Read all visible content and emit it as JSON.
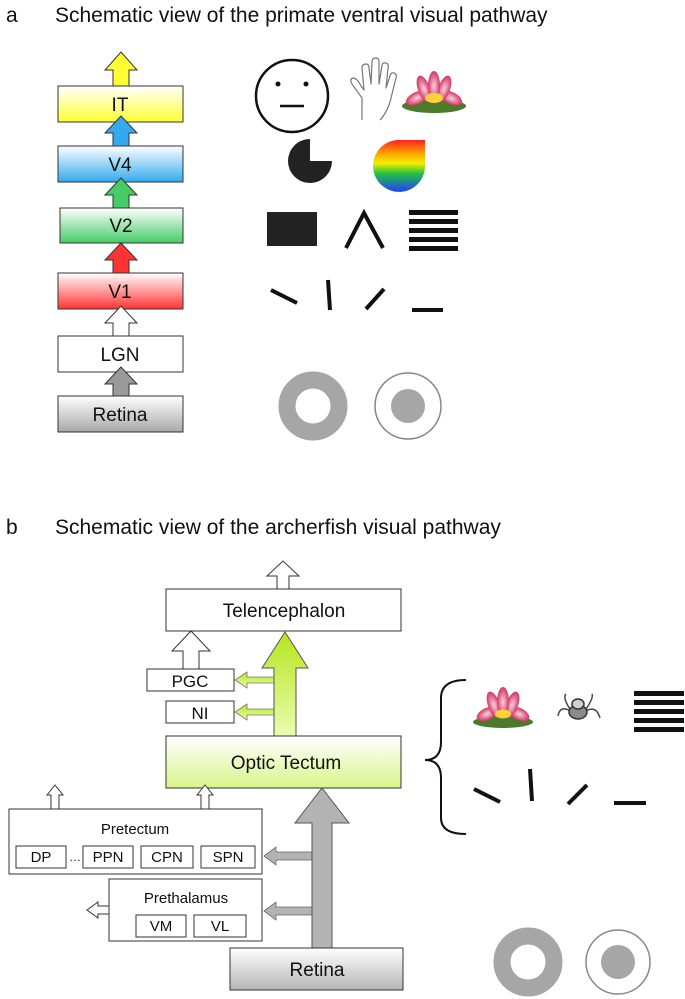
{
  "panel_a": {
    "letter": "a",
    "title": "Schematic view of the primate ventral visual pathway",
    "boxes": [
      {
        "label": "IT",
        "color": "#ffff33"
      },
      {
        "label": "V4",
        "color": "#33aaee"
      },
      {
        "label": "V2",
        "color": "#44cc66"
      },
      {
        "label": "V1",
        "color": "#ff3333"
      },
      {
        "label": "LGN",
        "color": "#ffffff"
      },
      {
        "label": "Retina",
        "color": "#a8a8a8"
      }
    ]
  },
  "panel_b": {
    "letter": "b",
    "title": "Schematic view of the archerfish visual pathway",
    "telencephalon": "Telencephalon",
    "pgc": "PGC",
    "ni": "NI",
    "optic_tectum": "Optic Tectum",
    "pretectum": "Pretectum",
    "pretectum_nuclei": [
      "DP",
      "PPN",
      "CPN",
      "SPN"
    ],
    "pretectum_ellipsis": "…",
    "prethalamus": "Prethalamus",
    "prethalamus_nuclei": [
      "VM",
      "VL"
    ],
    "retina": "Retina"
  },
  "colors": {
    "tectum_green": "#d9f58a",
    "arrow_green": "#b5e61d",
    "arrow_gray": "#b3b3b3",
    "retina_gray": "#b5b5b5",
    "ring_gray": "#a6a6a6"
  }
}
